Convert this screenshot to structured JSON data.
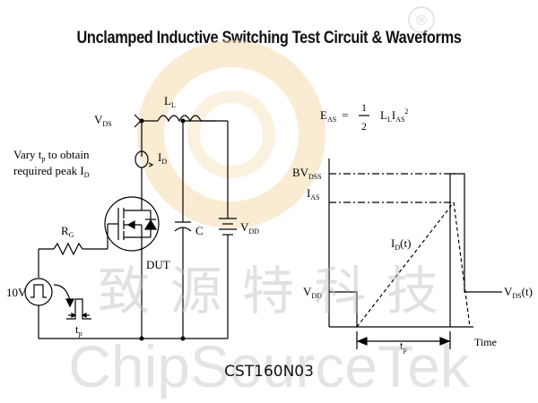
{
  "title": "Unclamped Inductive Switching Test Circuit  &  Waveforms",
  "circuit": {
    "vds": "V",
    "vds_sub": "DS",
    "inductor_label": "L",
    "inductor_sub": "L",
    "id_label": "I",
    "id_sub": "D",
    "vary_line1_pre": "Vary t",
    "vary_line1_sub": "p",
    "vary_line1_post": " to obtain",
    "vary_line2_pre": "required peak I",
    "vary_line2_sub": "D",
    "rg_label": "R",
    "rg_sub": "G",
    "cap_label": "C",
    "vdd_label": "V",
    "vdd_sub": "DD",
    "dut_label": "DUT",
    "source_label": "10V",
    "tp_label": "t",
    "tp_sub": "p"
  },
  "waveform": {
    "eq_lhs": "E",
    "eq_lhs_sub": "AS",
    "eq_equals": "=",
    "eq_num": "1",
    "eq_den": "2",
    "eq_rhs1": "L",
    "eq_rhs1_sub": "L",
    "eq_rhs2": "I",
    "eq_rhs2_sub": "AS",
    "eq_rhs2_sup": "2",
    "bvdss": "BV",
    "bvdss_sub": "DSS",
    "ias": "I",
    "ias_sub": "AS",
    "vdd": "V",
    "vdd_sub": "DD",
    "idt": "I",
    "idt_sub": "D",
    "idt_post": "(t)",
    "vdst": "V",
    "vdst_sub": "DS",
    "vdst_post": "(t)",
    "tp": "t",
    "tp_sub": "p",
    "time": "Time"
  },
  "watermark": {
    "chinese": "致 源 特 科 技",
    "english": "ChipSourceTek",
    "registered": "®"
  },
  "part_number": "CST160N03"
}
